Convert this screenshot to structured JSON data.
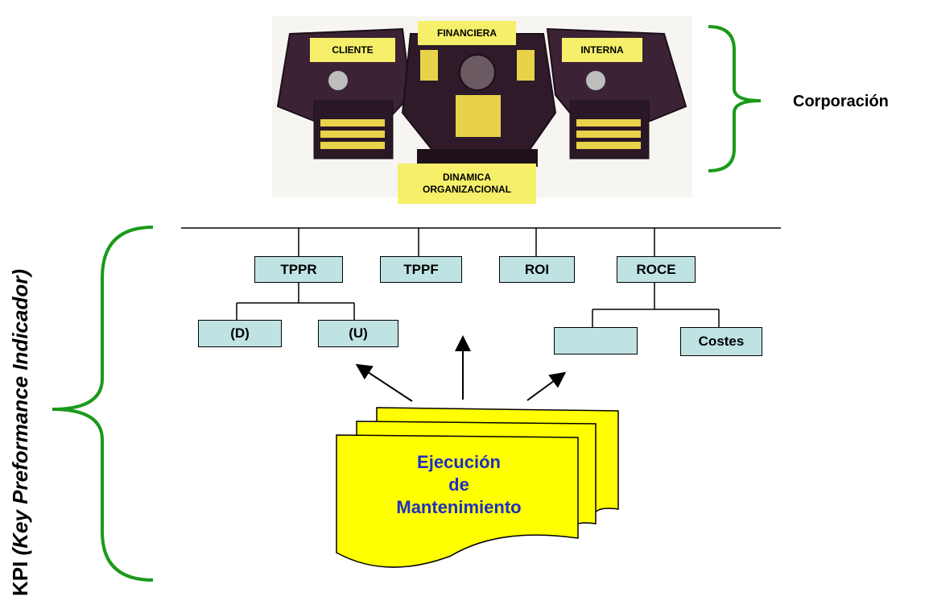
{
  "dashboard": {
    "top_labels": [
      "FINANCIERA",
      "CLIENTE",
      "INTERNA"
    ],
    "bottom_label_line1": "DINAMICA",
    "bottom_label_line2": "ORGANIZACIONAL"
  },
  "corporation_label": "Corporación",
  "vertical_title": {
    "prefix": "KPI ",
    "italic": "(Key Preformance Indicador)"
  },
  "tree": {
    "level1": [
      "TPPR",
      "TPPF",
      "ROI",
      "ROCE"
    ],
    "tppr_children": [
      "(D)",
      "(U)"
    ],
    "roce_children": [
      "",
      "Costes"
    ]
  },
  "document": {
    "line1": "Ejecución",
    "line2": "de",
    "line3": "Mantenimiento"
  },
  "colors": {
    "brace": "#1a9a1a",
    "box_fill": "#bfe3e3",
    "doc_fill": "#ffff00",
    "doc_text": "#1f2fc0",
    "label_fill": "#f5ef6a"
  }
}
